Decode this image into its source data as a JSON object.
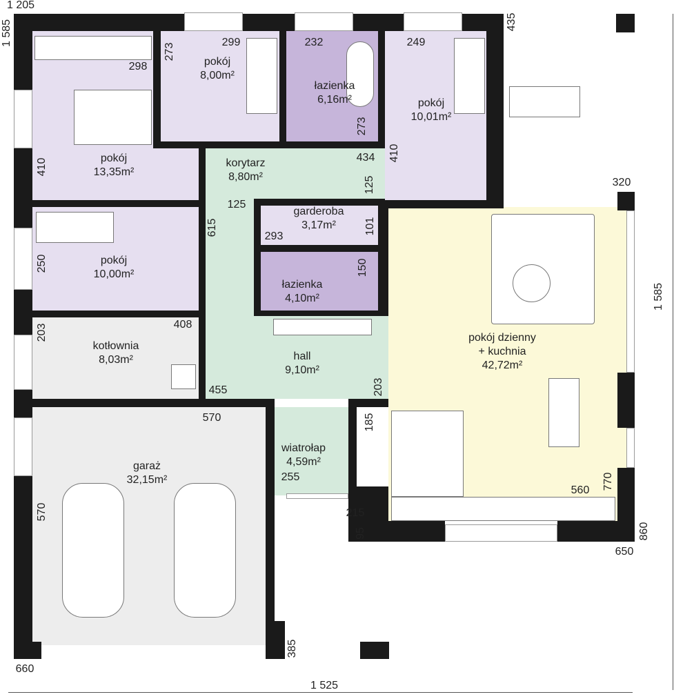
{
  "rooms": [
    {
      "name": "pokój",
      "area": "13,35m²"
    },
    {
      "name": "pokój",
      "area": "8,00m²"
    },
    {
      "name": "łazienka",
      "area": "6,16m²"
    },
    {
      "name": "pokój",
      "area": "10,01m²"
    },
    {
      "name": "korytarz",
      "area": "8,80m²"
    },
    {
      "name": "garderoba",
      "area": "3,17m²"
    },
    {
      "name": "łazienka",
      "area": "4,10m²"
    },
    {
      "name": "pokój",
      "area": "10,00m²"
    },
    {
      "name": "kotłownia",
      "area": "8,03m²"
    },
    {
      "name": "hall",
      "area": "9,10m²"
    },
    {
      "name": "pokój dzienny",
      "name2": "+ kuchnia",
      "area": "42,72m²"
    },
    {
      "name": "garaż",
      "area": "32,15m²"
    },
    {
      "name": "wiatrołap",
      "area": "4,59m²"
    }
  ],
  "dims": [
    "1 205",
    "1 585",
    "435",
    "298",
    "273",
    "299",
    "232",
    "273",
    "249",
    "410",
    "434",
    "125",
    "410",
    "125",
    "615",
    "293",
    "101",
    "150",
    "250",
    "203",
    "408",
    "455",
    "203",
    "570",
    "185",
    "255",
    "215",
    "95",
    "570",
    "660",
    "385",
    "1 525",
    "320",
    "1 585",
    "560",
    "770",
    "860",
    "650"
  ],
  "colors": {
    "bedroom": "#e6dff0",
    "bathroom": "#c6b5da",
    "hall": "#d5eadc",
    "living": "#fcf9d8",
    "utility": "#ededed",
    "wall": "#1a1a1a"
  }
}
